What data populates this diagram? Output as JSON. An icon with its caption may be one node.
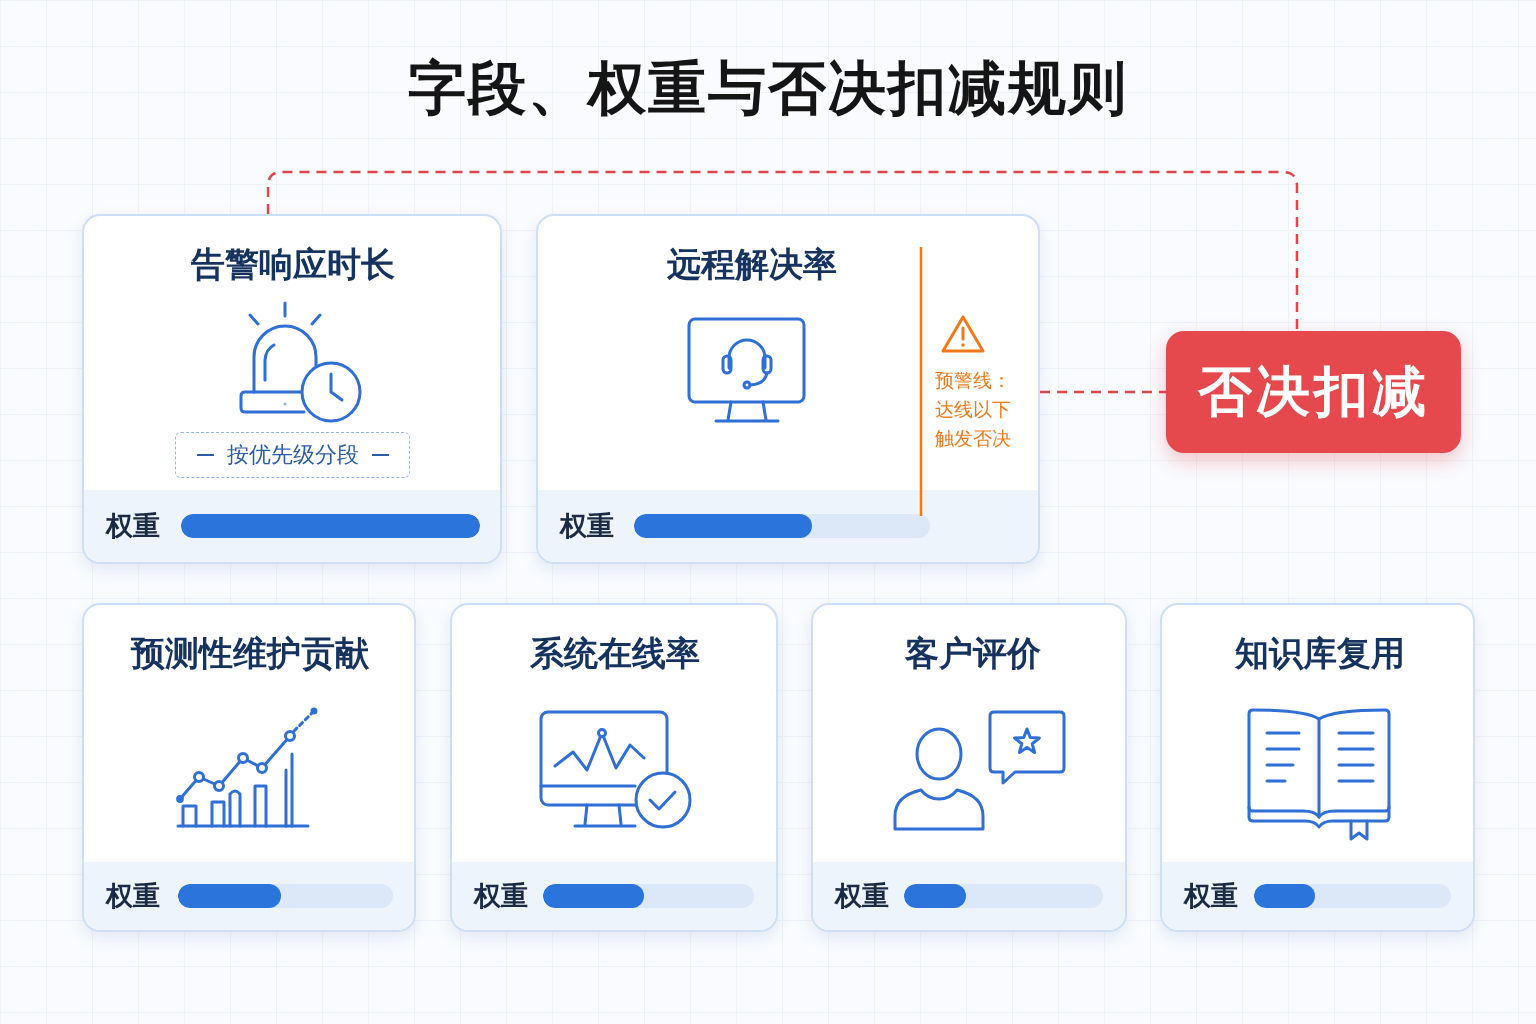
{
  "diagram": {
    "title": "字段、权重与否决扣减规则",
    "nodes": [
      {
        "text": [
          "告警响应时长",
          "权重"
        ]
      },
      {
        "text": [
          "按优先级分段"
        ],
        "in": 0
      },
      {
        "text": [
          "远程解决率",
          "预警线：达线以下触发否决",
          "权重"
        ]
      },
      {
        "text": [
          "否决扣减"
        ]
      },
      {
        "text": [
          "预测性维护贡献",
          "权重"
        ]
      },
      {
        "text": [
          "系统在线率",
          "权重"
        ]
      },
      {
        "text": [
          "客户评价",
          "权重"
        ]
      },
      {
        "text": [
          "知识库复用",
          "权重"
        ]
      }
    ],
    "edges": [
      {
        "from": 0,
        "to": 3,
        "arrow": "none",
        "style": "dashed",
        "color": "#e0464a"
      },
      {
        "from": 2,
        "to": 3,
        "arrow": "none",
        "style": "dashed",
        "color": "#e0464a"
      }
    ]
  }
}
